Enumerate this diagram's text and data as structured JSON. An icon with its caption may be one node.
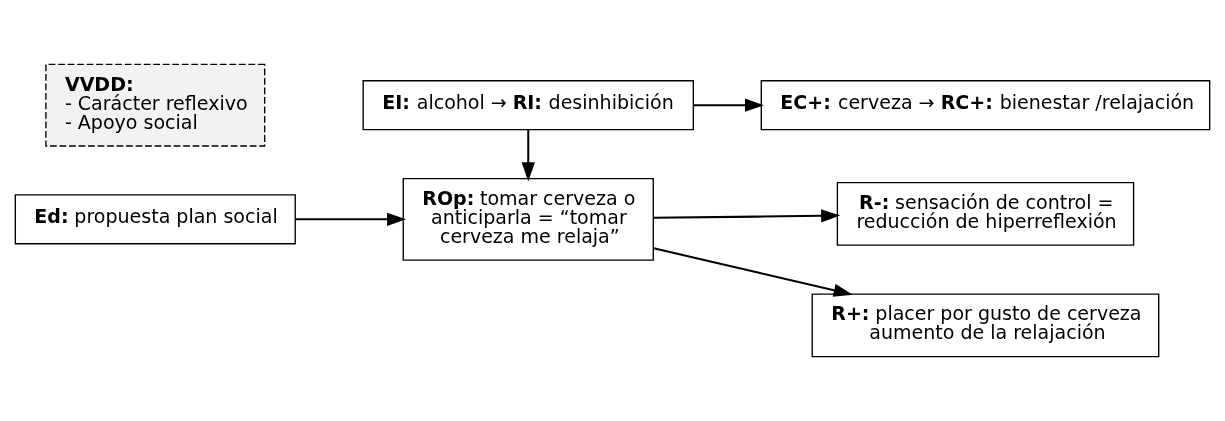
{
  "diagram": {
    "nodes": [
      {
        "text": [
          "**EI:** alcohol → **RI:** desinhibición"
        ]
      },
      {
        "text": [
          "**EC+:** cerveza → **RC+:** bienestar /relajación"
        ]
      },
      {
        "text": [
          "**Ed:** propuesta plan social"
        ]
      },
      {
        "text": [
          "**ROp:** tomar cerveza o anticiparla = “tomar cerveza me relaja”"
        ]
      },
      {
        "text": [
          "**R-:** sensación de control = reducción de hiperreflexión"
        ]
      },
      {
        "text": [
          "**R+:** placer por gusto de cerveza aumento de la relajación"
        ]
      },
      {
        "text": [
          "**VVDD:**",
          "- Carácter reflexivo",
          "- Apoyo social"
        ]
      }
    ],
    "edges": [
      {
        "from": 0,
        "to": 1,
        "arrow": "to"
      },
      {
        "from": 0,
        "to": 3,
        "arrow": "to"
      },
      {
        "from": 2,
        "to": 3,
        "arrow": "to"
      },
      {
        "from": 3,
        "to": 4,
        "arrow": "to"
      },
      {
        "from": 3,
        "to": 5,
        "arrow": "to"
      }
    ]
  }
}
